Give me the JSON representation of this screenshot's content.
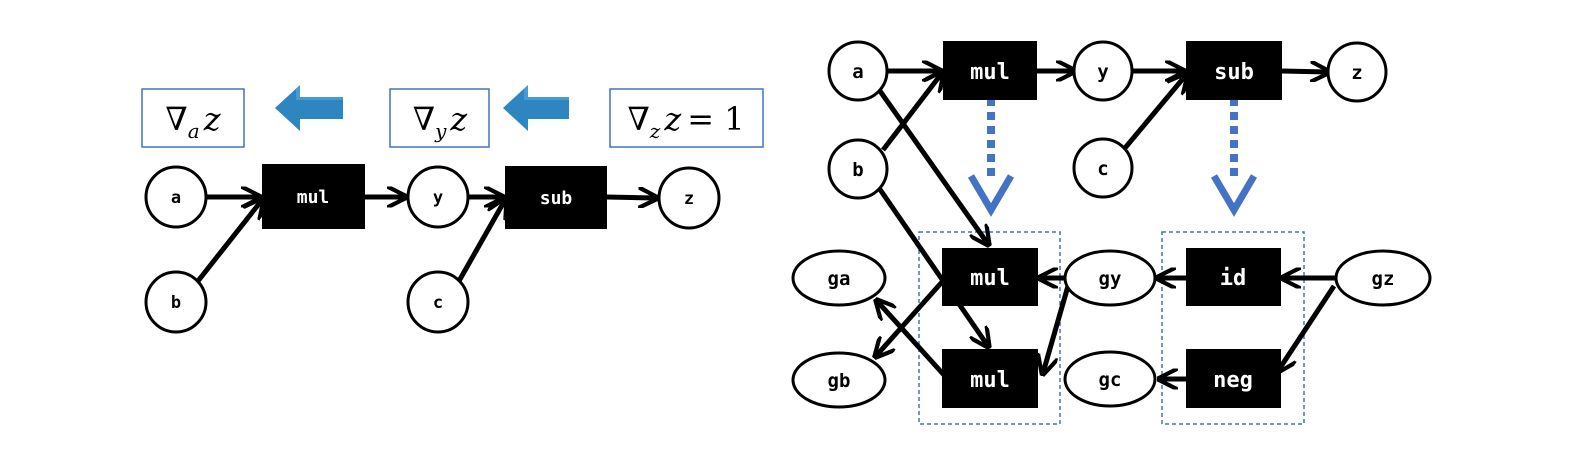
{
  "colors": {
    "edge": "#000000",
    "op_fill": "#000000",
    "op_text": "#ffffff",
    "node_fill": "#ffffff",
    "accent_blue": "#4472c4",
    "grad_arrow": "#2e86c1"
  },
  "left": {
    "nodes": {
      "a": "a",
      "b": "b",
      "y": "y",
      "c": "c",
      "z": "z"
    },
    "ops": {
      "mul": "mul",
      "sub": "sub"
    },
    "gradients": {
      "grad_a": {
        "nabla": "∇",
        "sub": "a",
        "var": "z",
        "rhs": ""
      },
      "grad_y": {
        "nabla": "∇",
        "sub": "y",
        "var": "z",
        "rhs": ""
      },
      "grad_z": {
        "nabla": "∇",
        "sub": "z",
        "var": "z",
        "rhs": "= 1"
      }
    }
  },
  "right": {
    "forward": {
      "nodes": {
        "a": "a",
        "b": "b",
        "y": "y",
        "c": "c",
        "z": "z"
      },
      "ops": {
        "mul": "mul",
        "sub": "sub"
      }
    },
    "backward": {
      "nodes": {
        "ga": "ga",
        "gb": "gb",
        "gy": "gy",
        "gc": "gc",
        "gz": "gz"
      },
      "ops": {
        "mul_1": "mul",
        "mul_2": "mul",
        "id": "id",
        "neg": "neg"
      }
    }
  }
}
